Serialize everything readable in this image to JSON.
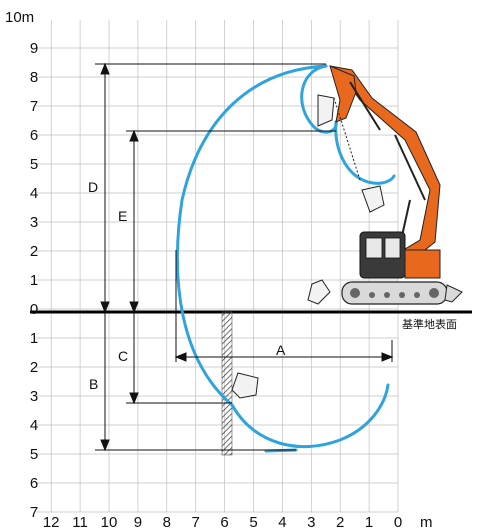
{
  "diagram": {
    "y_axis_unit_label": "10m",
    "y_ticks": [
      "9",
      "8",
      "7",
      "6",
      "5",
      "4",
      "3",
      "2",
      "1",
      "0",
      "1",
      "2",
      "3",
      "4",
      "5",
      "6",
      "7"
    ],
    "x_ticks": [
      "12",
      "11",
      "10",
      "9",
      "8",
      "7",
      "6",
      "5",
      "4",
      "3",
      "2",
      "1",
      "0"
    ],
    "x_axis_unit": "m",
    "dimension_labels": {
      "A": "A",
      "B": "B",
      "C": "C",
      "D": "D",
      "E": "E"
    },
    "ground_caption": "基準地表面",
    "colors": {
      "reach_envelope": "#2fa3de",
      "excavator_body": "#e8681e",
      "grid": "#bfbfbf",
      "ground_line": "#000000"
    },
    "icons": [
      "excavator-illustration",
      "bucket-icon",
      "hatched-wall"
    ]
  }
}
